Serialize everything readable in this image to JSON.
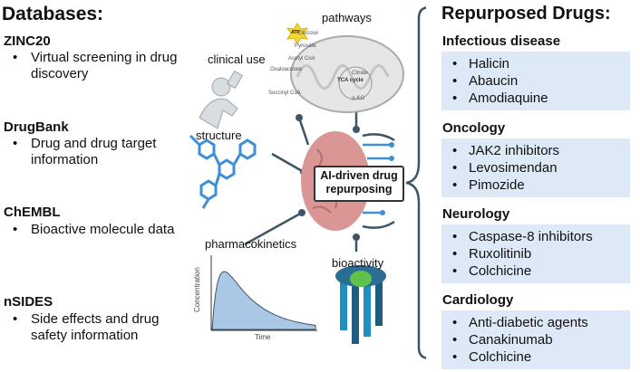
{
  "databases": {
    "title": "Databases:",
    "items": [
      {
        "name": "ZINC20",
        "desc": "Virtual screening in drug discovery"
      },
      {
        "name": "DrugBank",
        "desc": "Drug and drug target information"
      },
      {
        "name": "ChEMBL",
        "desc": "Bioactive molecule data"
      },
      {
        "name": "nSIDES",
        "desc": "Side effects and drug safety information"
      }
    ]
  },
  "center": {
    "label": "AI-driven drug repurposing",
    "pathways": "pathways",
    "clinical_use": "clinical use",
    "structure": "structure",
    "pharmacokinetics": "pharmacokinetics",
    "bioactivity": "bioactivity",
    "pk_ylabel": "Concentration",
    "pk_xlabel": "Time",
    "mito_labels": {
      "atp": "ATP",
      "glucose": "Glucose",
      "pyruvate": "Pyruvate",
      "acetyl": "Acetyl CoA",
      "oxalo": "Oxaloacetate",
      "citrate": "Citrate",
      "tca": "TCA cycle",
      "succinyl": "Succinyl CoA",
      "akg": "α-KG"
    }
  },
  "repurposed": {
    "title": "Repurposed Drugs:",
    "categories": [
      {
        "name": "Infectious disease",
        "drugs": [
          "Halicin",
          "Abaucin",
          "Amodiaquine"
        ]
      },
      {
        "name": "Oncology",
        "drugs": [
          "JAK2 inhibitors",
          "Levosimendan",
          "Pimozide"
        ]
      },
      {
        "name": "Neurology",
        "drugs": [
          "Caspase-8 inhibitors",
          "Ruxolitinib",
          "Colchicine"
        ]
      },
      {
        "name": "Cardiology",
        "drugs": [
          "Anti-diabetic agents",
          "Canakinumab",
          "Colchicine"
        ]
      }
    ]
  },
  "colors": {
    "accent_blue": "#3d8fd6",
    "box_bg": "#dde9f6",
    "connector": "#3d5566",
    "brain_pink": "#d99694"
  },
  "icons": [
    "atp-icon",
    "mitochondrion-icon",
    "person-drinking-icon",
    "molecule-icon",
    "brain-circuit-icon",
    "receptor-icon",
    "pk-curve-icon",
    "curly-brace-icon"
  ]
}
